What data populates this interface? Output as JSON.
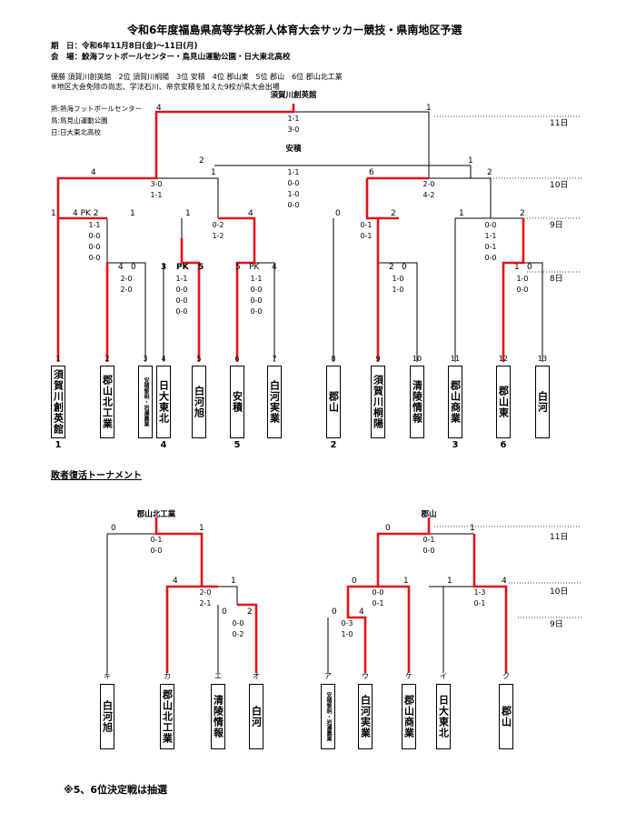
{
  "title": "令和6年度福島県高等学校新人体育大会サッカー競技・県南地区予選",
  "period": "期　日：令和6年11月8日(金)～11日(月)",
  "venues_line": "会　場：鮫海フットボールセンター・鳥見山運動公園・日大東北高校",
  "results": "優勝 須賀川創英館　2位 須賀川桐陽　3位 安積　4位 郡山東　5位 郡山　6位 郡山北工業",
  "note": "※地区大会免除の尚志、学法石川、帝京安積を加えた9校が県大会出場",
  "venue_legend": [
    "熱:熱海フットボールセンター",
    "鳥:鳥見山運動公園",
    "日:日大東北高校"
  ],
  "days": {
    "d11": "11日",
    "d10": "10日",
    "d9": "9日",
    "d8": "8日"
  },
  "main": {
    "champion": "須賀川創英館",
    "champion_left_score": "4",
    "champion_right_score": "1",
    "final_score": [
      "1-1",
      "3-0"
    ],
    "third_place": "安積",
    "third_left_score": "2",
    "third_right_score": "1",
    "third_score": [
      "1-1",
      "0-0",
      "1-0",
      "0-0"
    ],
    "sf_left": {
      "l": "4",
      "r": "1",
      "sc": [
        "3-0",
        "1-1"
      ]
    },
    "sf_right": {
      "l": "6",
      "r": "2",
      "sc": [
        "2-0",
        "4-2"
      ]
    },
    "qf1": {
      "l": "1",
      "pk": "4 PK 2",
      "r": "1",
      "sc": [
        "1-1",
        "0-0",
        "0-0",
        "0-0"
      ]
    },
    "qf2": {
      "l": "1",
      "r": "4",
      "sc": [
        "0-2",
        "1-2"
      ]
    },
    "qf3": {
      "l": "0",
      "r": "2",
      "sc": [
        "0-1",
        "0-1"
      ]
    },
    "qf4": {
      "l": "1",
      "r": "2",
      "sc": [
        "0-0",
        "1-1",
        "0-1",
        "0-0"
      ]
    },
    "r1a": {
      "l": "4",
      "r": "0",
      "sc": [
        "2-0",
        "2-0"
      ]
    },
    "r1b": {
      "l": "3",
      "pk": "PK",
      "r": "5",
      "sc": [
        "1-1",
        "0-0",
        "0-0",
        "0-0"
      ]
    },
    "r1c": {
      "l": "5",
      "pk": "PK",
      "r": "4",
      "sc": [
        "1-1",
        "0-0",
        "0-0",
        "0-0"
      ]
    },
    "r1d": {
      "l": "2",
      "r": "0",
      "sc": [
        "1-0",
        "1-0"
      ]
    },
    "r1e": {
      "l": "1",
      "r": "0",
      "sc": [
        "1-0",
        "0-0"
      ]
    },
    "teams": [
      {
        "no": "1",
        "name": "須賀川創英館",
        "rank": "1"
      },
      {
        "no": "2",
        "name": "郡山北工業",
        "rank": ""
      },
      {
        "no": "3",
        "name": "安積黎明・岩瀬農業",
        "rank": ""
      },
      {
        "no": "4",
        "name": "日大東北",
        "rank": "4"
      },
      {
        "no": "5",
        "name": "白河旭",
        "rank": ""
      },
      {
        "no": "6",
        "name": "安積",
        "rank": "5"
      },
      {
        "no": "7",
        "name": "白河実業",
        "rank": ""
      },
      {
        "no": "8",
        "name": "郡山",
        "rank": "2"
      },
      {
        "no": "9",
        "name": "須賀川桐陽",
        "rank": ""
      },
      {
        "no": "10",
        "name": "清陵情報",
        "rank": ""
      },
      {
        "no": "11",
        "name": "郡山商業",
        "rank": "3"
      },
      {
        "no": "12",
        "name": "郡山東",
        "rank": "6"
      },
      {
        "no": "13",
        "name": "白河",
        "rank": ""
      }
    ]
  },
  "repechage": {
    "title": "敗者復活トーナメント",
    "left_winner": "郡山北工業",
    "left_final": {
      "l": "0",
      "r": "1",
      "sc": [
        "0-1",
        "0-0"
      ]
    },
    "left_semi": {
      "l": "4",
      "r": "1",
      "sc": [
        "2-0",
        "2-1"
      ]
    },
    "left_r1": {
      "l": "0",
      "r": "2",
      "sc": [
        "0-0",
        "0-2"
      ]
    },
    "right_winner": "郡山",
    "right_final": {
      "l": "0",
      "r": "1",
      "sc": [
        "0-1",
        "0-0"
      ]
    },
    "right_semi_a": {
      "l": "0",
      "r": "1",
      "sc": [
        "0-0",
        "0-1"
      ]
    },
    "right_semi_b": {
      "l": "1",
      "r": "4",
      "sc": [
        "1-3",
        "0-1"
      ]
    },
    "right_r1": {
      "l": "0",
      "r": "4",
      "sc": [
        "0-3",
        "1-0"
      ]
    },
    "teams": [
      {
        "mark": "キ",
        "name": "白河旭"
      },
      {
        "mark": "カ",
        "name": "郡山北工業"
      },
      {
        "mark": "エ",
        "name": "清陵情報"
      },
      {
        "mark": "オ",
        "name": "白河"
      },
      {
        "mark": "ア",
        "name": "安積黎明・岩瀬農業"
      },
      {
        "mark": "ウ",
        "name": "白河実業"
      },
      {
        "mark": "ケ",
        "name": "郡山商業"
      },
      {
        "mark": "イ",
        "name": "日大東北"
      },
      {
        "mark": "ク",
        "name": "郡山"
      }
    ]
  },
  "footer_note": "※5、6位決定戦は抽選",
  "colors": {
    "win": "#e8101a",
    "line": "#000000"
  }
}
